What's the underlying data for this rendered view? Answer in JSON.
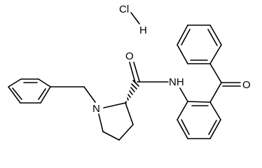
{
  "structure": {
    "hcl": {
      "cl": "Cl",
      "h": "H"
    },
    "atoms": {
      "o_amide": "O",
      "o_ketone": "O",
      "n_amide": "NH",
      "n_ring": "N"
    }
  },
  "colors": {
    "bond": "#000000",
    "text": "#000000",
    "background": "#ffffff"
  }
}
